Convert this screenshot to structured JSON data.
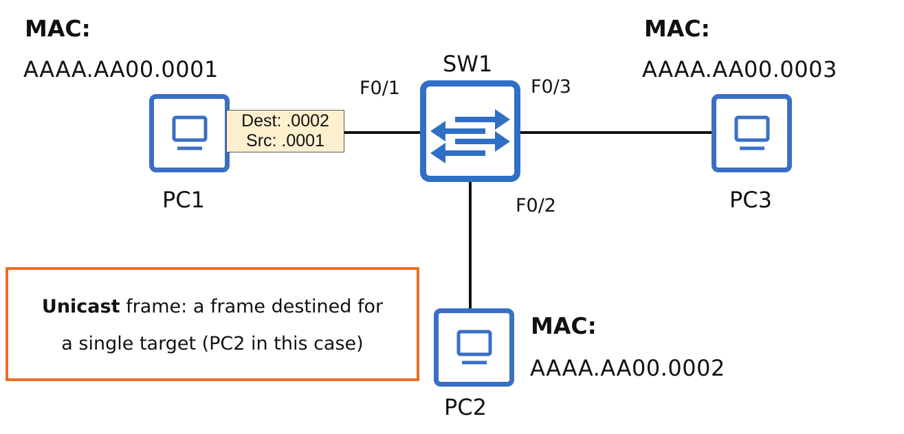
{
  "pc1": {
    "mac_heading": "MAC:",
    "mac": "AAAA.AA00.0001",
    "name": "PC1"
  },
  "pc3": {
    "mac_heading": "MAC:",
    "mac": "AAAA.AA00.0003",
    "name": "PC3"
  },
  "pc2": {
    "mac_heading": "MAC:",
    "mac": "AAAA.AA00.0002",
    "name": "PC2"
  },
  "switch": {
    "name": "SW1",
    "ports": {
      "f01": "F0/1",
      "f02": "F0/2",
      "f03": "F0/3"
    }
  },
  "frame": {
    "dest": "Dest: .0002",
    "src": "Src: .0001"
  },
  "note": {
    "term": "Unicast",
    "rest_line1": " frame: a frame destined for",
    "line2": "a single target (PC2 in this case)"
  },
  "colors": {
    "device_border": "#3a6fc4",
    "note_border": "#ef6b21",
    "frame_fill": "#fdf0cf"
  },
  "icons": {
    "pc": "monitor-icon",
    "switch": "switch-arrows-icon"
  }
}
